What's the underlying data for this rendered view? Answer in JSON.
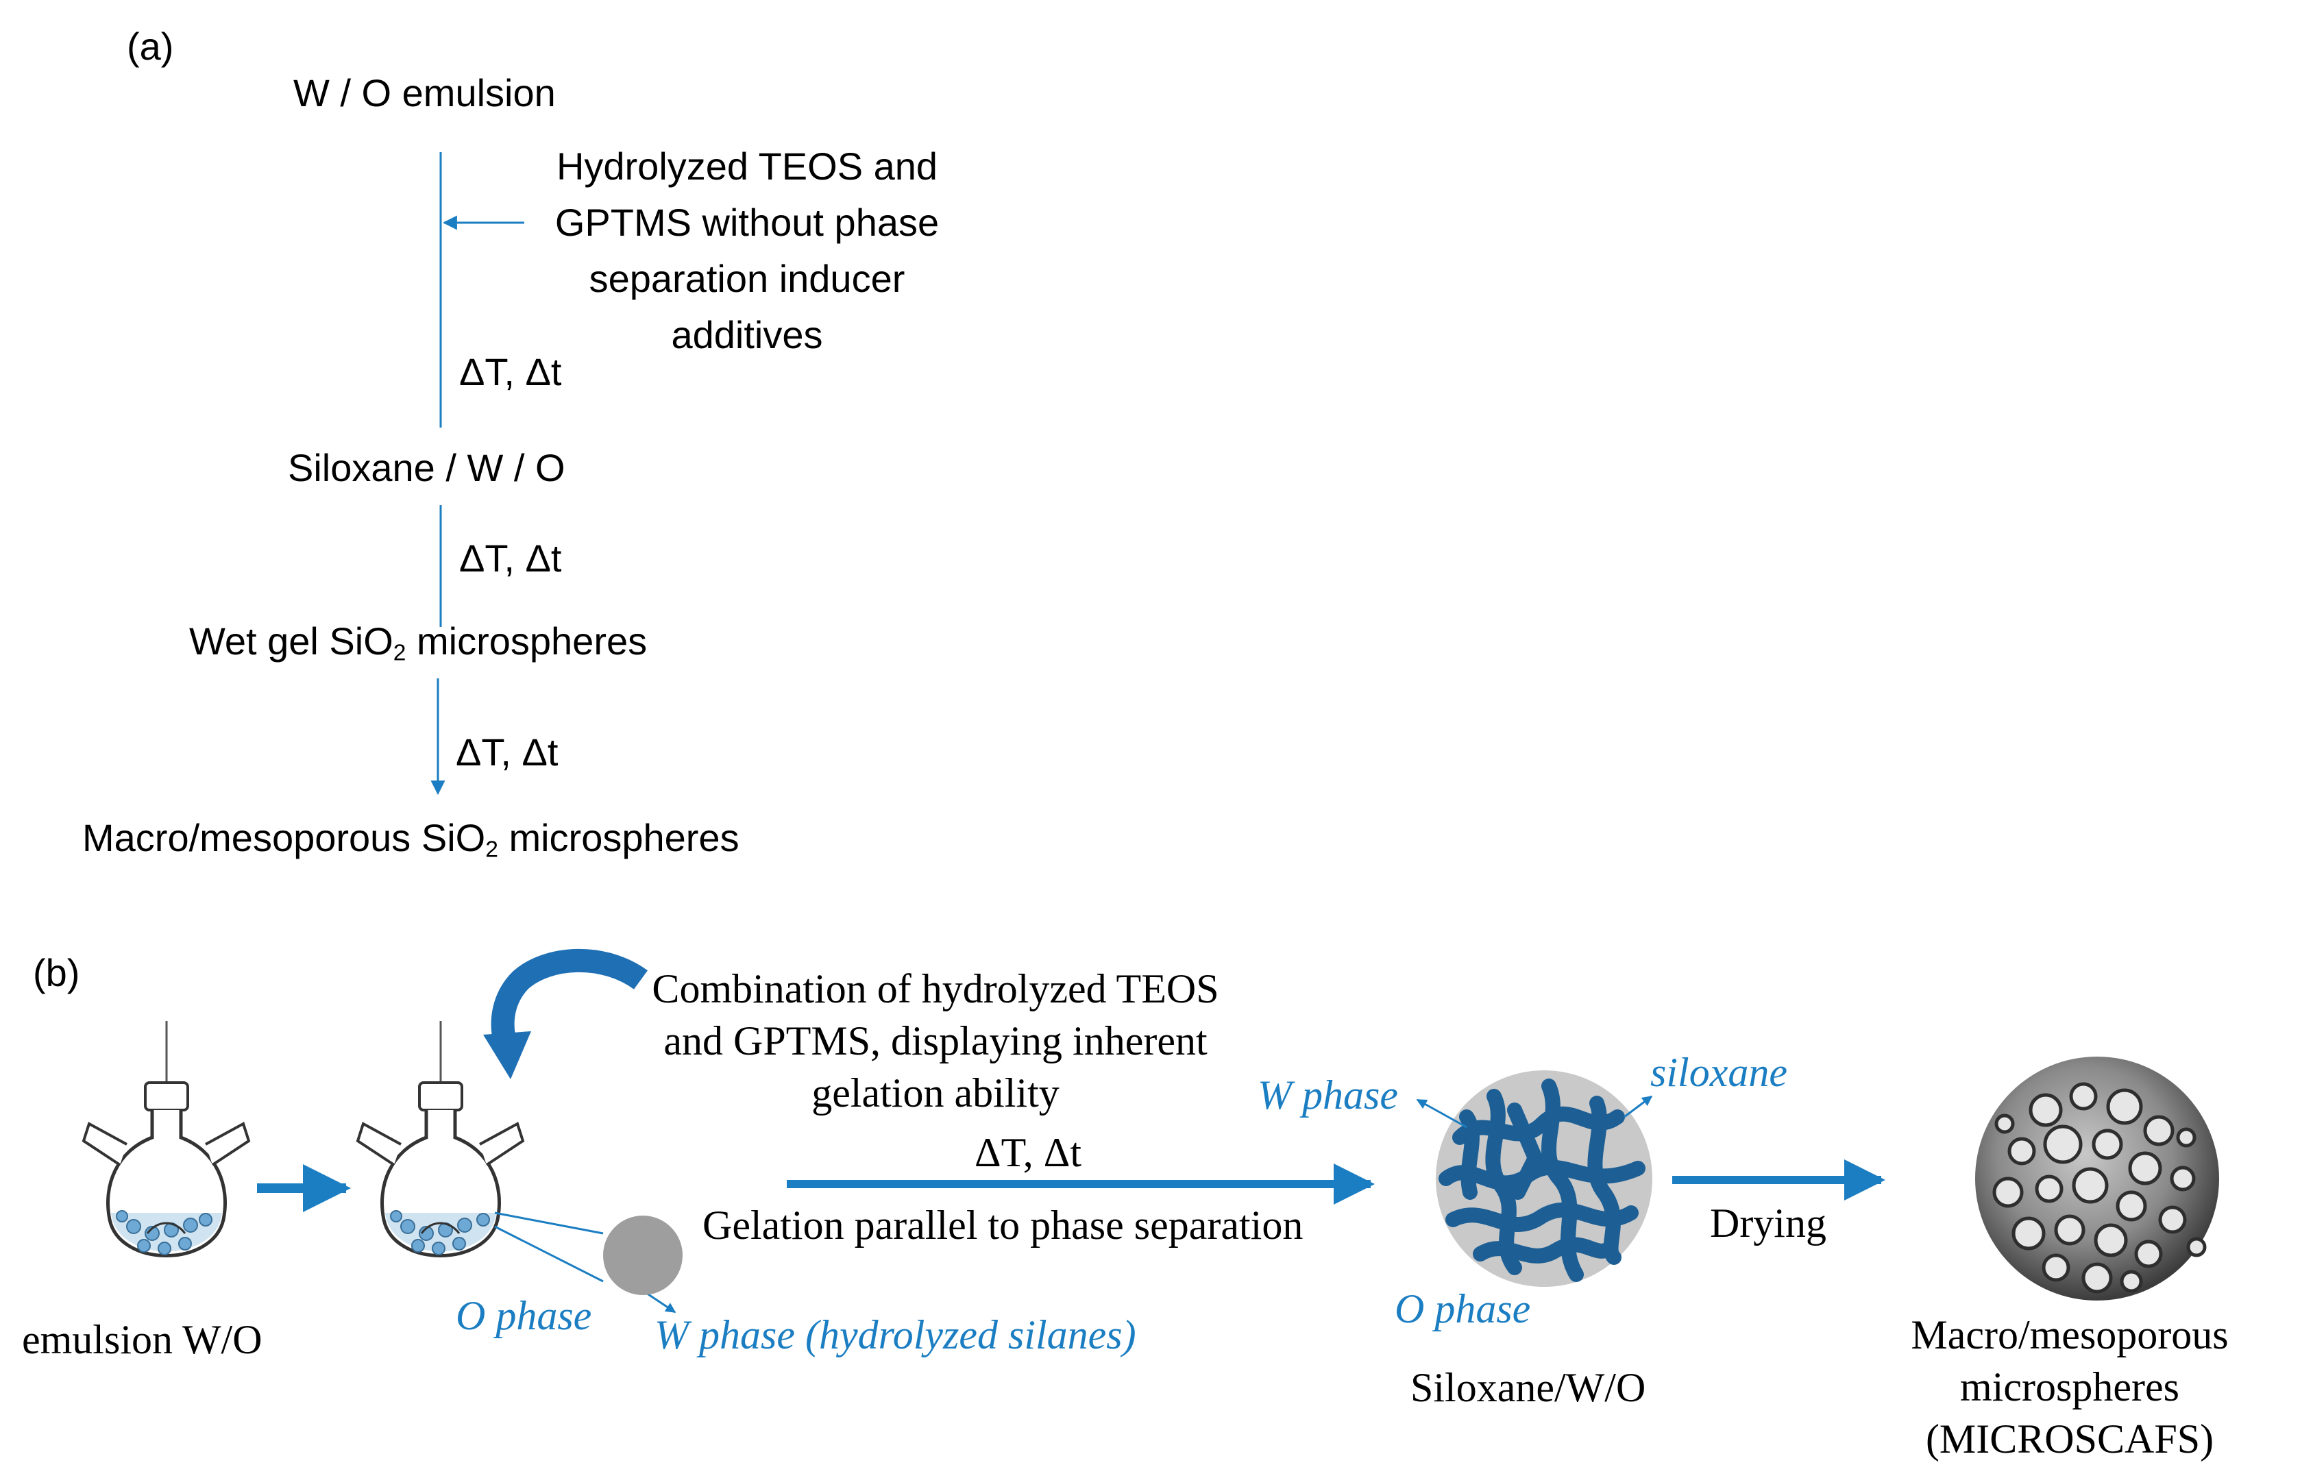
{
  "panel_a": {
    "label": "(a)",
    "step1": "W / O emulsion",
    "side_input": "Hydrolyzed TEOS and GPTMS without phase separation inducer additives",
    "condition1": "ΔT, Δt",
    "step2": "Siloxane / W / O",
    "condition2": "ΔT, Δt",
    "step3_prefix": "Wet gel SiO",
    "step3_sub": "2",
    "step3_suffix": " microspheres",
    "condition3": "ΔT, Δt",
    "step4_prefix": "Macro/mesoporous SiO",
    "step4_sub": "2",
    "step4_suffix": " microspheres"
  },
  "panel_b": {
    "label": "(b)",
    "emulsion_caption": "emulsion W/O",
    "addition_text": "Combination of hydrolyzed TEOS and GPTMS, displaying inherent gelation ability",
    "condition": "ΔT, Δt",
    "process_text": "Gelation parallel to phase separation",
    "o_phase_label": "O phase",
    "w_phase_label": "W phase (hydrolyzed silanes)",
    "sphere_w_phase": "W phase",
    "sphere_siloxane": "siloxane",
    "sphere_o_phase": "O phase",
    "sphere_caption": "Siloxane/W/O",
    "drying": "Drying",
    "final_caption": "Macro/mesoporous microspheres (MICROSCAFS)"
  },
  "colors": {
    "arrow_blue": "#1b7ec2",
    "text_blue": "#1b7ec2",
    "liquid": "#cfe3f1",
    "droplet": "#6ea9d6",
    "grey_droplet": "#9e9e9e",
    "network": "#1d5f94",
    "curved_arrow": "#1f6fb4"
  }
}
